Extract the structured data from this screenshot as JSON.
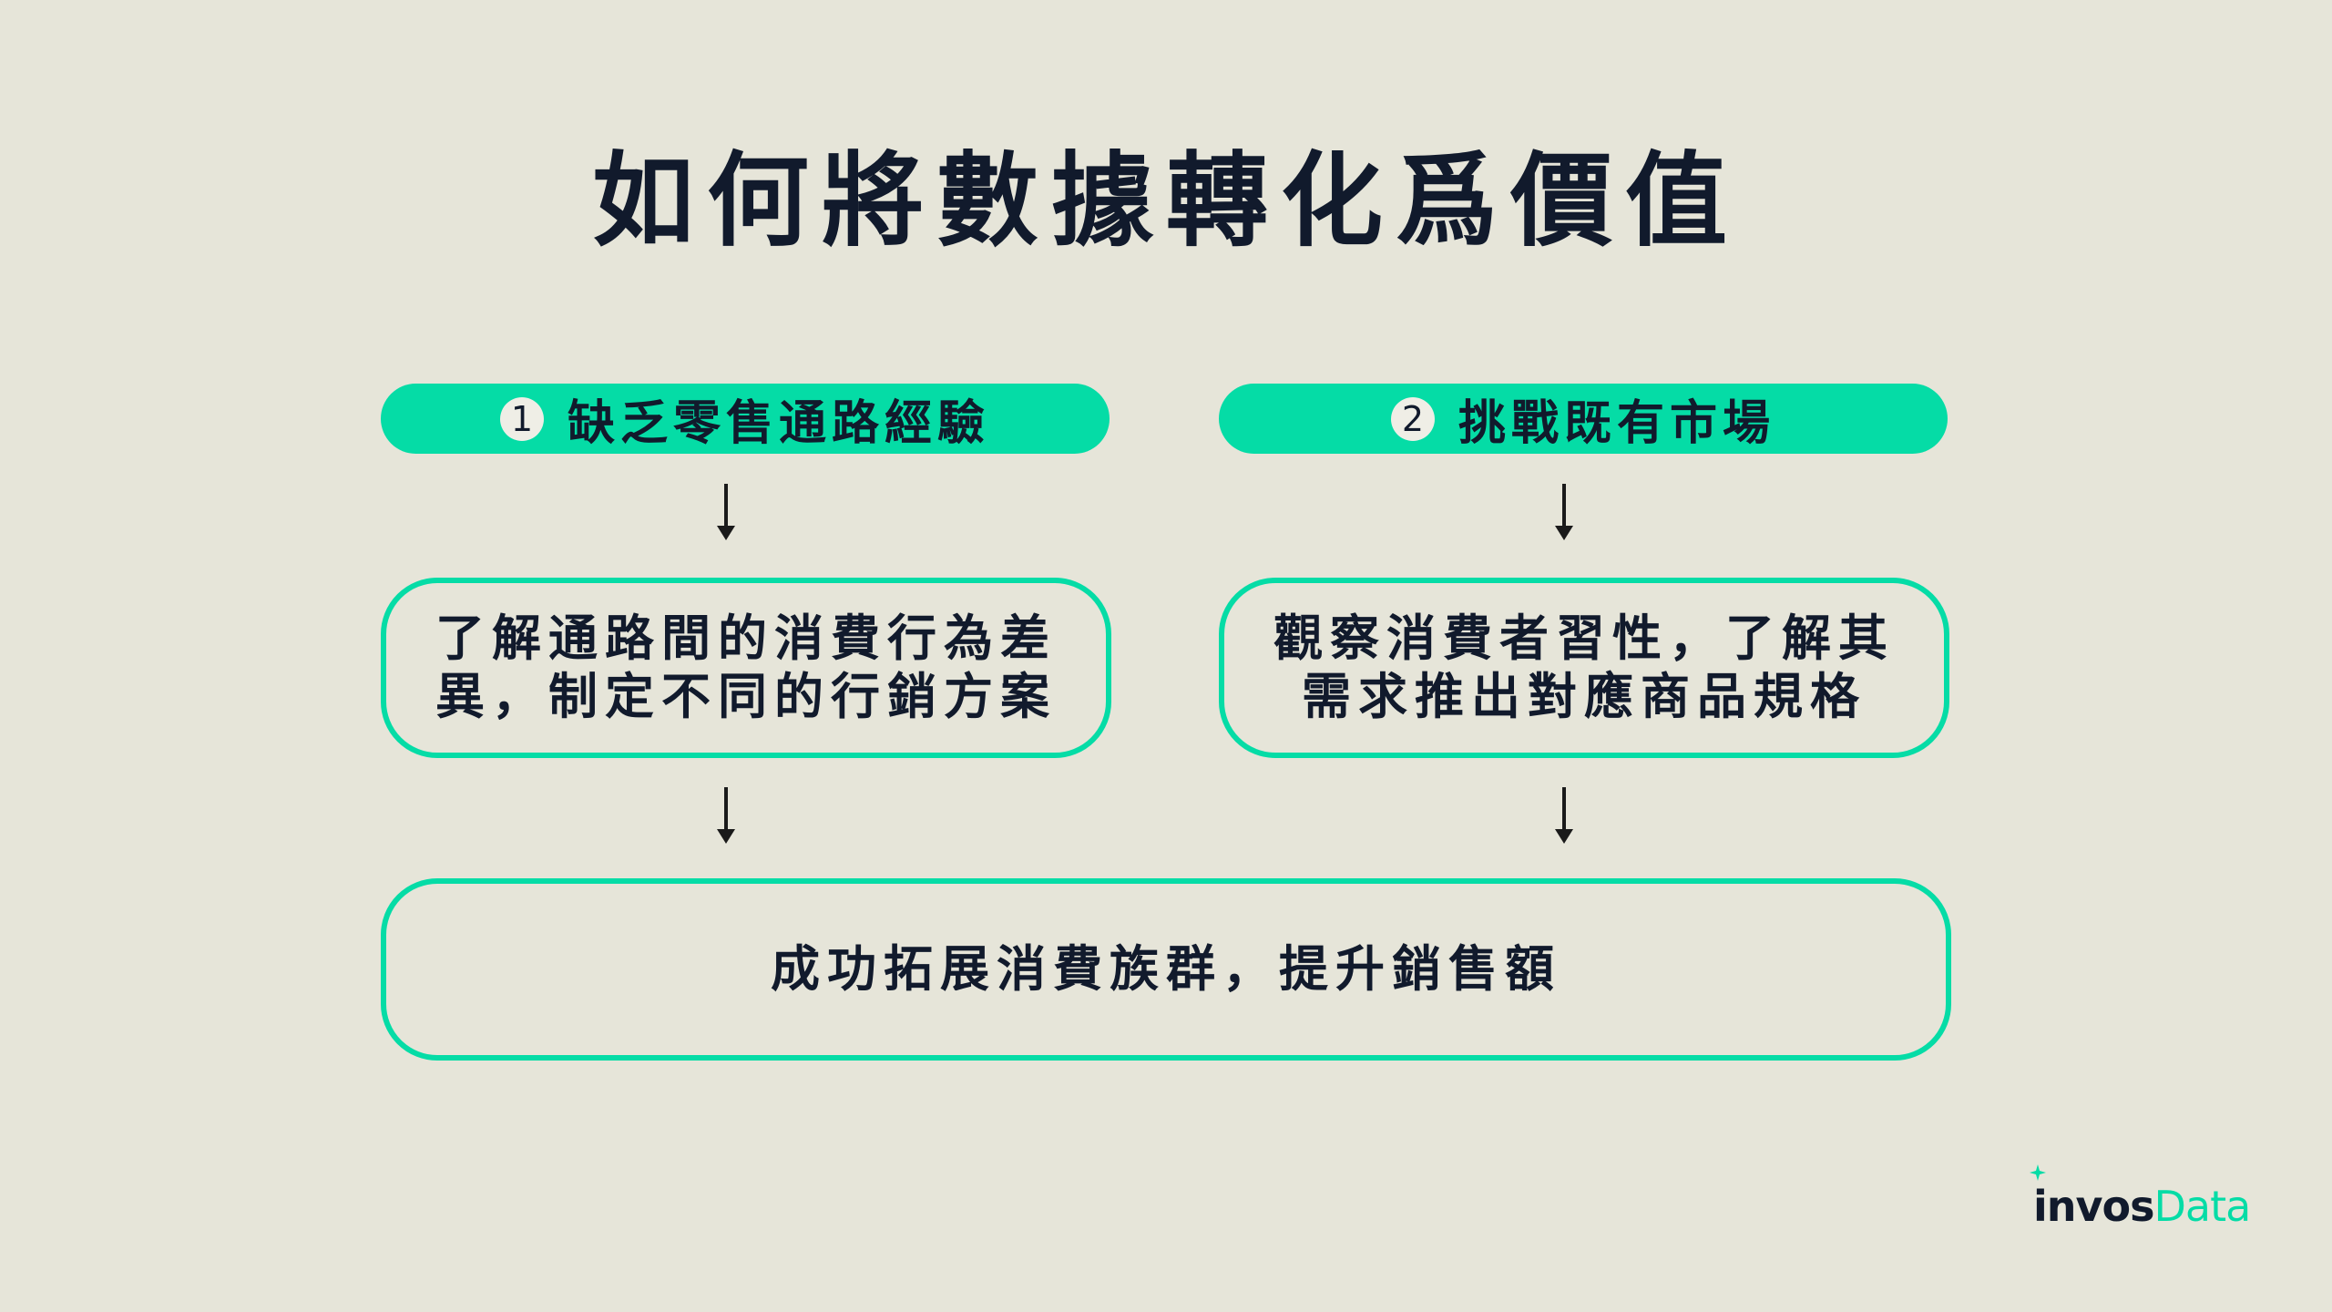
{
  "title": "如何將數據轉化爲價值",
  "steps": [
    {
      "number": "1",
      "heading": "缺乏零售通路經驗",
      "detail_lines": [
        "了解通路間的消費行為差",
        "異，制定不同的行銷方案"
      ]
    },
    {
      "number": "2",
      "heading": "挑戰既有市場",
      "detail_lines": [
        "觀察消費者習性，了解其",
        "需求推出對應商品規格"
      ]
    }
  ],
  "result": "成功拓展消費族群，提升銷售額",
  "logo": {
    "part1": "invos",
    "part2": "Data"
  },
  "colors": {
    "background": "#e6e5d9",
    "accent": "#05dca6",
    "text": "#111a2c"
  }
}
